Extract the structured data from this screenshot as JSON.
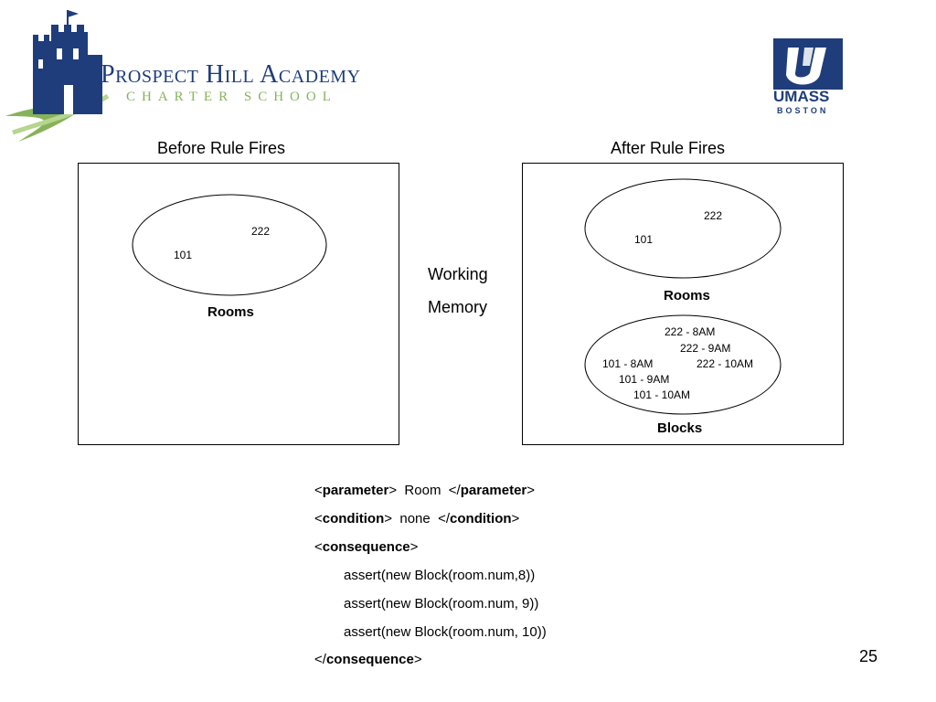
{
  "logos": {
    "left": {
      "name": "Prospect Hill Academy",
      "subtitle": "CHARTER SCHOOL"
    },
    "right": {
      "name": "UMASS",
      "subtitle": "BOSTON"
    }
  },
  "titles": {
    "before": "Before Rule Fires",
    "after": "After Rule Fires"
  },
  "center_label": {
    "line1": "Working",
    "line2": "Memory"
  },
  "before_panel": {
    "rooms_label": "Rooms",
    "room_items": [
      "222",
      "101"
    ]
  },
  "after_panel": {
    "rooms_label": "Rooms",
    "room_items": [
      "222",
      "101"
    ],
    "blocks_label": "Blocks",
    "block_items": [
      "222 - 8AM",
      "222 - 9AM",
      "101 - 8AM",
      "222 - 10AM",
      "101 - 9AM",
      "101 - 10AM"
    ]
  },
  "rule": {
    "param_open_lt": "<",
    "param_tag": "parameter",
    "param_open_gt": ">",
    "param_value": "Room",
    "param_close_lt": "</",
    "param_close_gt": ">",
    "cond_tag": "condition",
    "cond_value": "none",
    "cons_tag": "consequence",
    "asserts": [
      "assert(new Block(room.num,8))",
      "assert(new Block(room.num, 9))",
      "assert(new Block(room.num, 10))"
    ]
  },
  "page_number": "25",
  "colors": {
    "navy": "#1f3d7a",
    "green": "#86b35a"
  }
}
